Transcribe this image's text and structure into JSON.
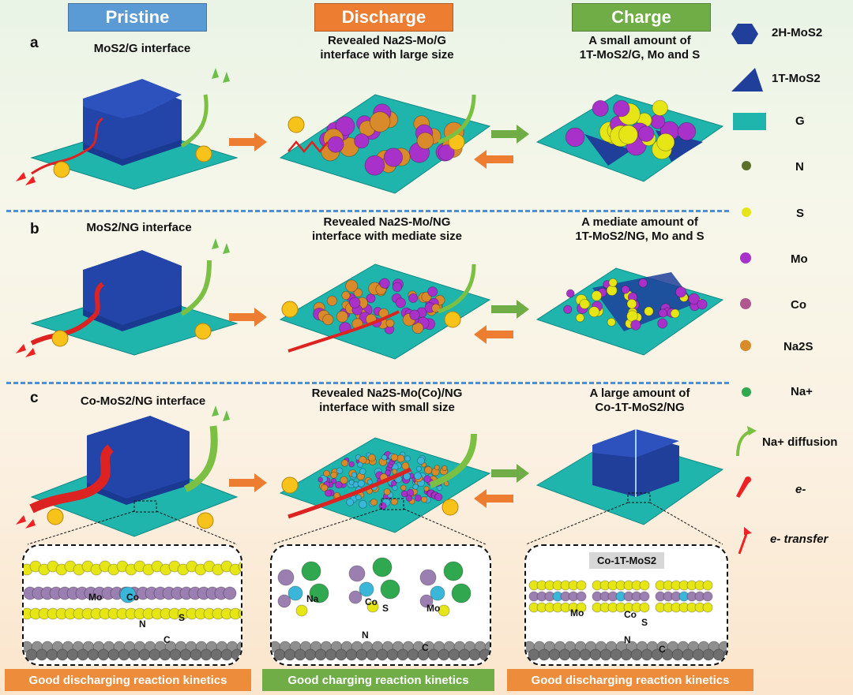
{
  "headers": {
    "pristine": "Pristine",
    "discharge": "Discharge",
    "charge": "Charge"
  },
  "rows": {
    "a": {
      "letter": "a",
      "pristine": "MoS2/G interface",
      "discharge_l1": "Revealed Na2S-Mo/G",
      "discharge_l2": "interface with large size",
      "charge_l1": "A small amount of",
      "charge_l2": "1T-MoS2/G, Mo and S"
    },
    "b": {
      "letter": "b",
      "pristine": "MoS2/NG interface",
      "discharge_l1": "Revealed Na2S-Mo/NG",
      "discharge_l2": "interface with mediate size",
      "charge_l1": "A mediate amount of",
      "charge_l2": "1T-MoS2/NG, Mo and S"
    },
    "c": {
      "letter": "c",
      "pristine": "Co-MoS2/NG interface",
      "discharge_l1": "Revealed Na2S-Mo(Co)/NG",
      "discharge_l2": "interface with small size",
      "charge_l1": "A large amount of",
      "charge_l2": "Co-1T-MoS2/NG"
    }
  },
  "legend": {
    "mos2_2h": "2H-MoS2",
    "mos2_1t": "1T-MoS2",
    "g": "G",
    "n": "N",
    "s": "S",
    "mo": "Mo",
    "co": "Co",
    "na2s": "Na2S",
    "na": "Na+",
    "na_diffusion": "Na+ diffusion",
    "e": "e-",
    "e_transfer": "e- transfer"
  },
  "insets": {
    "left": {
      "mo": "Mo",
      "co": "Co",
      "n": "N",
      "s": "S",
      "c": "C"
    },
    "mid": {
      "na": "Na",
      "co": "Co",
      "s": "S",
      "mo": "Mo",
      "n": "N",
      "c": "C"
    },
    "right": {
      "tag": "Co-1T-MoS2",
      "mo": "Mo",
      "co": "Co",
      "s": "S",
      "n": "N",
      "c": "C"
    }
  },
  "footer": {
    "left": "Good discharging reaction kinetics",
    "mid": "Good charging reaction kinetics",
    "right": "Good discharging reaction kinetics"
  },
  "colors": {
    "pristine": "#5b9bd5",
    "discharge": "#ed7d31",
    "charge": "#70ad47",
    "graphene": "#1fb5ad",
    "mos2": "#1f3f9a",
    "mo": "#a832c9",
    "s": "#e6e617",
    "na2s": "#d98a2a",
    "co": "#3ab7d8",
    "na": "#2fa84f"
  }
}
